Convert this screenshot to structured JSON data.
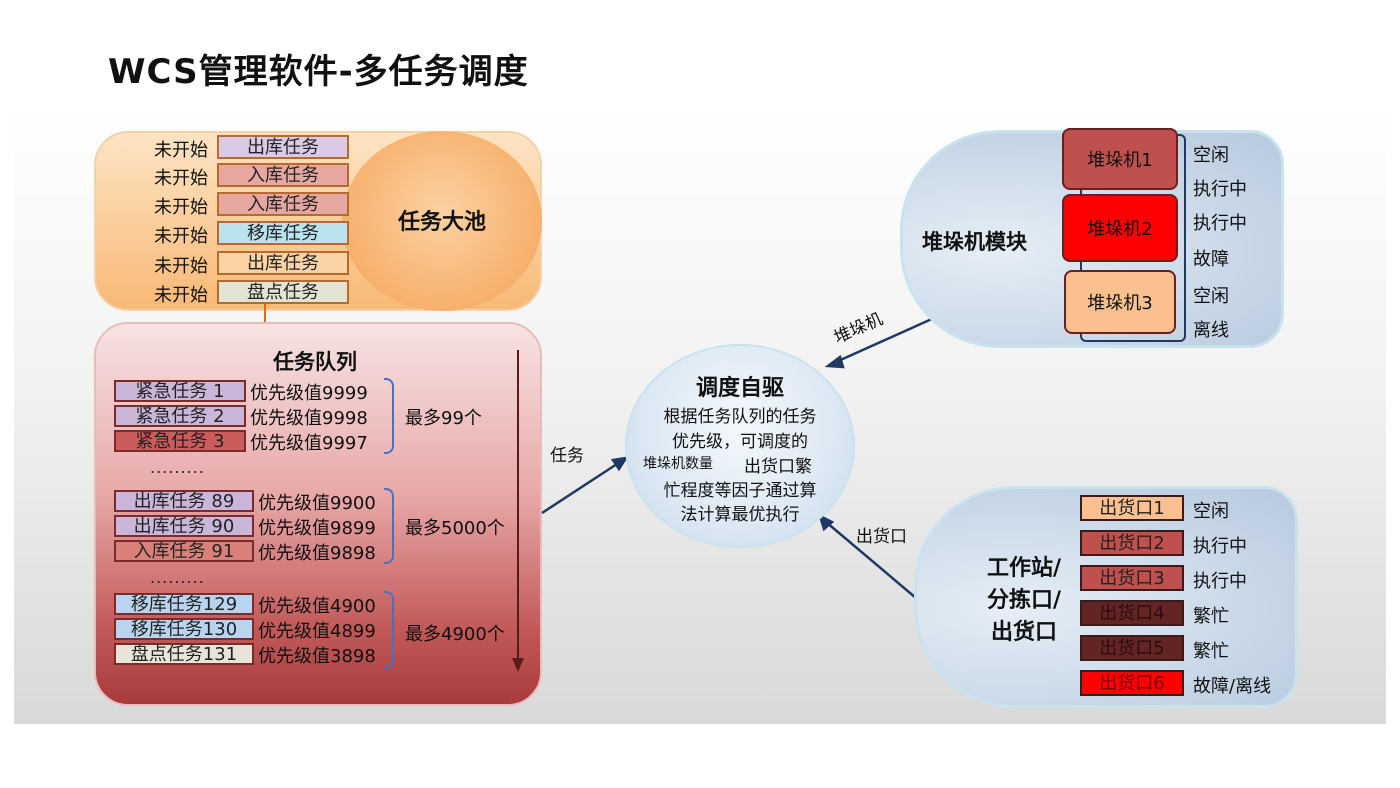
{
  "title": "WCS管理软件-多任务调度",
  "pool": {
    "title": "任务大池",
    "tasks": [
      {
        "status": "未开始",
        "name": "出库任务",
        "color": "#d9cbe6"
      },
      {
        "status": "未开始",
        "name": "入库任务",
        "color": "#e6a7a0"
      },
      {
        "status": "未开始",
        "name": "入库任务",
        "color": "#e6a7a0"
      },
      {
        "status": "未开始",
        "name": "移库任务",
        "color": "#b9e3ef"
      },
      {
        "status": "未开始",
        "name": "出库任务",
        "color": "#fbd3a5"
      },
      {
        "status": "未开始",
        "name": "盘点任务",
        "color": "#e2e4d4"
      }
    ]
  },
  "queue": {
    "title": "任务队列",
    "groups": [
      {
        "max": "最多99个",
        "items": [
          {
            "name": "紧急任务 1",
            "priority": "优先级值9999",
            "color": "#c9b6d9"
          },
          {
            "name": "紧急任务 2",
            "priority": "优先级值9998",
            "color": "#c9b6d9"
          },
          {
            "name": "紧急任务 3",
            "priority": "优先级值9997",
            "color": "#cc5c5c"
          }
        ]
      },
      {
        "max": "最多5000个",
        "items": [
          {
            "name": "出库任务 89",
            "priority": "优先级值9900",
            "color": "#c9b6d9"
          },
          {
            "name": "出库任务 90",
            "priority": "优先级值9899",
            "color": "#c9b6d9"
          },
          {
            "name": "入库任务 91",
            "priority": "优先级值9898",
            "color": "#d9807a"
          }
        ]
      },
      {
        "max": "最多4900个",
        "items": [
          {
            "name": "移库任务129",
            "priority": "优先级值4900",
            "color": "#b8d4ee"
          },
          {
            "name": "移库任务130",
            "priority": "优先级值4899",
            "color": "#b8d4ee"
          },
          {
            "name": "盘点任务131",
            "priority": "优先级值3898",
            "color": "#e8e4d8"
          }
        ]
      }
    ],
    "ellipsis": ".........",
    "ellipsis2": ".........",
    "arrow_label": "任务"
  },
  "center": {
    "title": "调度自驱",
    "line1": "根据任务队列的任务",
    "line2": "优先级，可调度的",
    "line3a": "堆垛机数量",
    "line3b": "出货口繁",
    "line4": "忙程度等因子通过算",
    "line5": "法计算最优执行"
  },
  "stacker": {
    "title": "堆垛机模块",
    "edge_label": "堆垛机",
    "machines": [
      {
        "name": "堆垛机1",
        "color": "#c0504d"
      },
      {
        "name": "堆垛机2",
        "color": "#ff0000"
      },
      {
        "name": "堆垛机3",
        "color": "#fac090"
      }
    ],
    "statuses": [
      "空闲",
      "执行中",
      "执行中",
      "故障",
      "空闲",
      "离线"
    ]
  },
  "workstation": {
    "title_lines": [
      "工作站/",
      "分拣口/",
      "出货口"
    ],
    "edge_label": "出货口",
    "ports": [
      {
        "name": "出货口1",
        "status": "空闲",
        "color": "#fac090",
        "text_color": "#222222"
      },
      {
        "name": "出货口2",
        "status": "执行中",
        "color": "#c0504d",
        "text_color": "#222222"
      },
      {
        "name": "出货口3",
        "status": "执行中",
        "color": "#c0504d",
        "text_color": "#222222"
      },
      {
        "name": "出货口4",
        "status": "繁忙",
        "color": "#632523",
        "text_color": "#2b0e0e"
      },
      {
        "name": "出货口5",
        "status": "繁忙",
        "color": "#632523",
        "text_color": "#2b0e0e"
      },
      {
        "name": "出货口6",
        "status": "故障/离线",
        "color": "#ff0000",
        "text_color": "#7a0000"
      }
    ]
  }
}
